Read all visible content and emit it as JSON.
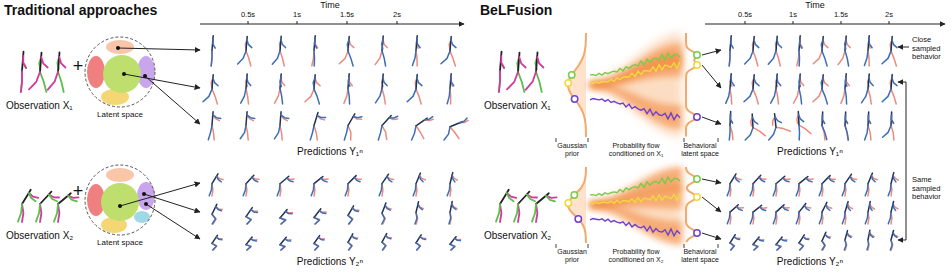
{
  "diagram": {
    "nodes": [
      {
        "text": [
          "Latent space"
        ]
      },
      {
        "text": [
          "Latent space"
        ]
      }
    ],
    "labels": [
      "Traditional approaches",
      "Time",
      "0.5s",
      "1s",
      "1.5s",
      "2s",
      "Observation X₁",
      "+",
      "Predictions Y₁ⁿ",
      "Observation X₂",
      "+",
      "Predictions Y₂ⁿ",
      "BeLFusion",
      "Time",
      "0.5s",
      "1s",
      "1.5s",
      "2s",
      "Observation X₁",
      "Gaussian prior",
      "Probability flow conditioned on X₁",
      "Behavioral latent space",
      "Predictions Y₁ⁿ",
      "Observation X₂",
      "Gaussian prior",
      "Probability flow conditioned on X₂",
      "Behavioral latent space",
      "Predictions Y₂ⁿ",
      "Close sampled behavior",
      "Same sampled behavior"
    ]
  }
}
